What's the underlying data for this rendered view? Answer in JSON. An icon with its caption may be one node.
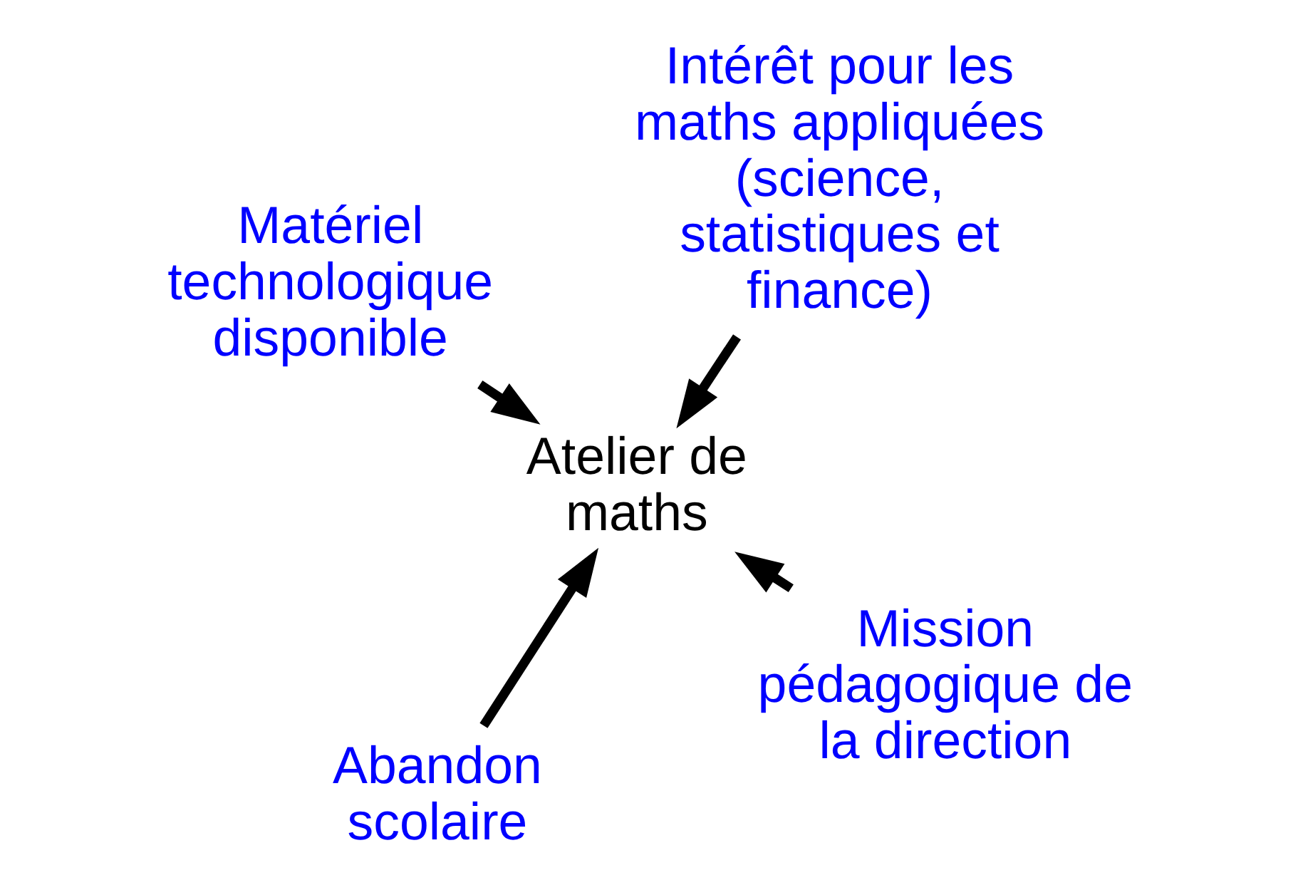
{
  "diagram": {
    "nodes": [
      {
        "text": [
          "Atelier de maths"
        ]
      },
      {
        "text": [
          "Mission pédagogique de la direction"
        ]
      },
      {
        "text": [
          "Abandon scolaire"
        ]
      },
      {
        "text": [
          "Matériel technologique disponible"
        ]
      },
      {
        "text": [
          "Intérêt pour les maths appliquées (science, statistiques et finance)"
        ]
      }
    ],
    "edges": [
      {
        "from": 1,
        "to": 0,
        "arrow": "to"
      },
      {
        "from": 2,
        "to": 0,
        "arrow": "to"
      },
      {
        "from": 3,
        "to": 0,
        "arrow": "to"
      },
      {
        "from": 4,
        "to": 0,
        "arrow": "to"
      }
    ]
  }
}
